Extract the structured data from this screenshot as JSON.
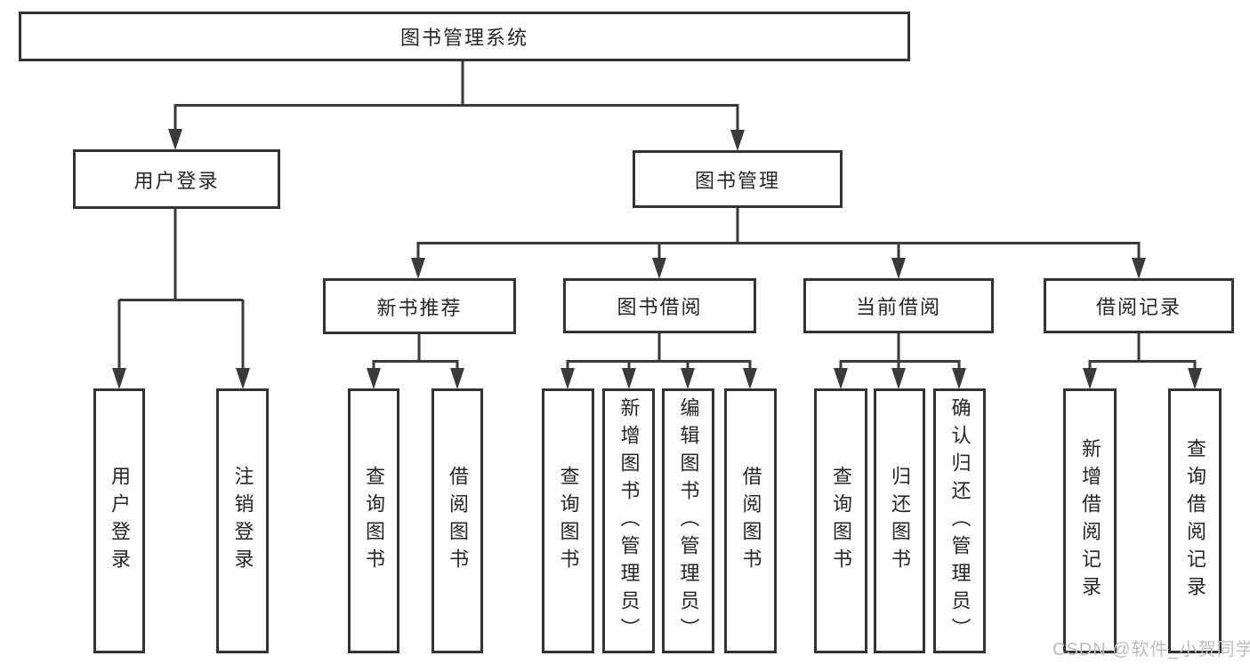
{
  "diagram": {
    "root": {
      "label": "图书管理系统"
    },
    "level2": [
      {
        "label": "用户登录",
        "children": [
          {
            "label": "用户登录"
          },
          {
            "label": "注销登录"
          }
        ]
      },
      {
        "label": "图书管理",
        "children": [
          {
            "label": "新书推荐",
            "children": [
              {
                "label": "查询图书"
              },
              {
                "label": "借阅图书"
              }
            ]
          },
          {
            "label": "图书借阅",
            "children": [
              {
                "label": "查询图书"
              },
              {
                "label": "新增图书（管理员）"
              },
              {
                "label": "编辑图书（管理员）"
              },
              {
                "label": "借阅图书"
              }
            ]
          },
          {
            "label": "当前借阅",
            "children": [
              {
                "label": "查询图书"
              },
              {
                "label": "归还图书"
              },
              {
                "label": "确认归还（管理员）"
              }
            ]
          },
          {
            "label": "借阅记录",
            "children": [
              {
                "label": "新增借阅记录"
              },
              {
                "label": "查询借阅记录"
              }
            ]
          }
        ]
      }
    ]
  },
  "watermark": {
    "text": "CSDN @软件_小贺同学"
  },
  "colors": {
    "line": "#3a3a3a",
    "border": "#333333",
    "text": "#262626",
    "watermark": "#bdbdbd",
    "background": "#ffffff"
  }
}
